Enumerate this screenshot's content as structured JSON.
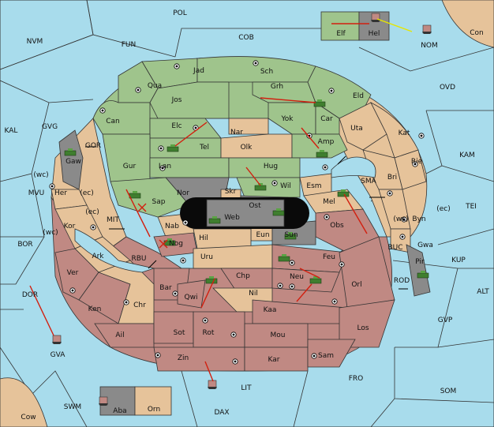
{
  "map": {
    "background_color": "#a8dcec",
    "owner_colors": {
      "green": "#9fc48c",
      "tan": "#e6c39a",
      "red": "#c08983",
      "neutral": "#8a8a8a"
    },
    "regions": [
      {
        "id": "POL",
        "label": "POL"
      },
      {
        "id": "NVM",
        "label": "NVM"
      },
      {
        "id": "FUN",
        "label": "FUN"
      },
      {
        "id": "COB",
        "label": "COB"
      },
      {
        "id": "Con",
        "label": "Con"
      },
      {
        "id": "NOM",
        "label": "NOM"
      },
      {
        "id": "OVD",
        "label": "OVD"
      },
      {
        "id": "KAL",
        "label": "KAL"
      },
      {
        "id": "GVG",
        "label": "GVG"
      },
      {
        "id": "KAM",
        "label": "KAM"
      },
      {
        "id": "SMA",
        "label": "SMA"
      },
      {
        "id": "TEI",
        "label": "TEI"
      },
      {
        "id": "MVU",
        "label": "MVU"
      },
      {
        "id": "BOR",
        "label": "BOR"
      },
      {
        "id": "MIT",
        "label": "MIT"
      },
      {
        "id": "RBU",
        "label": "RBU"
      },
      {
        "id": "BUC",
        "label": "BUC"
      },
      {
        "id": "KUP",
        "label": "KUP"
      },
      {
        "id": "ROD",
        "label": "ROD"
      },
      {
        "id": "ALT",
        "label": "ALT"
      },
      {
        "id": "GVP",
        "label": "GVP"
      },
      {
        "id": "DOR",
        "label": "DOR"
      },
      {
        "id": "GVA",
        "label": "GVA"
      },
      {
        "id": "FRO",
        "label": "FRO"
      },
      {
        "id": "SOM",
        "label": "SOM"
      },
      {
        "id": "LIT",
        "label": "LIT"
      },
      {
        "id": "SWM",
        "label": "SWM"
      },
      {
        "id": "DAX",
        "label": "DAX"
      },
      {
        "id": "Cow",
        "label": "Cow"
      },
      {
        "id": "GOR",
        "label": "GOR"
      },
      {
        "id": "Elf",
        "label": "Elf"
      },
      {
        "id": "Hel",
        "label": "Hel"
      },
      {
        "id": "Jad",
        "label": "Jad"
      },
      {
        "id": "Sch",
        "label": "Sch"
      },
      {
        "id": "Qua",
        "label": "Qua"
      },
      {
        "id": "Jos",
        "label": "Jos"
      },
      {
        "id": "Grh",
        "label": "Grh"
      },
      {
        "id": "Eld",
        "label": "Eld"
      },
      {
        "id": "Can",
        "label": "Can"
      },
      {
        "id": "Yok",
        "label": "Yok"
      },
      {
        "id": "Car",
        "label": "Car"
      },
      {
        "id": "Elc",
        "label": "Elc"
      },
      {
        "id": "Nar",
        "label": "Nar"
      },
      {
        "id": "Uta",
        "label": "Uta"
      },
      {
        "id": "Kat",
        "label": "Kat"
      },
      {
        "id": "Tel",
        "label": "Tel"
      },
      {
        "id": "Olk",
        "label": "Olk"
      },
      {
        "id": "Amp",
        "label": "Amp"
      },
      {
        "id": "Gaw",
        "label": "Gaw"
      },
      {
        "id": "Gur",
        "label": "Gur"
      },
      {
        "id": "Lan",
        "label": "Lan"
      },
      {
        "id": "Hug",
        "label": "Hug"
      },
      {
        "id": "Rie",
        "label": "Rie"
      },
      {
        "id": "Bri",
        "label": "Bri"
      },
      {
        "id": "Nor",
        "label": "Nor"
      },
      {
        "id": "Wil",
        "label": "Wil"
      },
      {
        "id": "Esm",
        "label": "Esm"
      },
      {
        "id": "Her",
        "label": "Her"
      },
      {
        "id": "Skr",
        "label": "Skr"
      },
      {
        "id": "Sap",
        "label": "Sap"
      },
      {
        "id": "Ost",
        "label": "Ost"
      },
      {
        "id": "Mel",
        "label": "Mel"
      },
      {
        "id": "Web",
        "label": "Web"
      },
      {
        "id": "Byn",
        "label": "Byn"
      },
      {
        "id": "Kor",
        "label": "Kor"
      },
      {
        "id": "Nab",
        "label": "Nab"
      },
      {
        "id": "Obs",
        "label": "Obs"
      },
      {
        "id": "Eun",
        "label": "Eun"
      },
      {
        "id": "Gwa",
        "label": "Gwa"
      },
      {
        "id": "Hil",
        "label": "Hil"
      },
      {
        "id": "Sun",
        "label": "Sun"
      },
      {
        "id": "Nog",
        "label": "Nog"
      },
      {
        "id": "Pir",
        "label": "Pir"
      },
      {
        "id": "Ark",
        "label": "Ark"
      },
      {
        "id": "Uru",
        "label": "Uru"
      },
      {
        "id": "Feu",
        "label": "Feu"
      },
      {
        "id": "Ver",
        "label": "Ver"
      },
      {
        "id": "Chp",
        "label": "Chp"
      },
      {
        "id": "Neu",
        "label": "Neu"
      },
      {
        "id": "Orl",
        "label": "Orl"
      },
      {
        "id": "Bar",
        "label": "Bar"
      },
      {
        "id": "Qwi",
        "label": "Qwi"
      },
      {
        "id": "Nil",
        "label": "Nil"
      },
      {
        "id": "Ken",
        "label": "Ken"
      },
      {
        "id": "Chr",
        "label": "Chr"
      },
      {
        "id": "Kaa",
        "label": "Kaa"
      },
      {
        "id": "Ail",
        "label": "Ail"
      },
      {
        "id": "Sot",
        "label": "Sot"
      },
      {
        "id": "Rot",
        "label": "Rot"
      },
      {
        "id": "Mou",
        "label": "Mou"
      },
      {
        "id": "Los",
        "label": "Los"
      },
      {
        "id": "Zin",
        "label": "Zin"
      },
      {
        "id": "Kar",
        "label": "Kar"
      },
      {
        "id": "Sam",
        "label": "Sam"
      },
      {
        "id": "Aba",
        "label": "Aba"
      },
      {
        "id": "Orn",
        "label": "Orn"
      }
    ],
    "coast_tags": [
      {
        "id": "wc1",
        "label": "(wc)"
      },
      {
        "id": "ec1",
        "label": "(ec)"
      },
      {
        "id": "ec2",
        "label": "(ec)"
      },
      {
        "id": "wc2",
        "label": "(wc)"
      },
      {
        "id": "wc3",
        "label": "(wc)"
      },
      {
        "id": "ec3",
        "label": "(ec)"
      }
    ]
  }
}
